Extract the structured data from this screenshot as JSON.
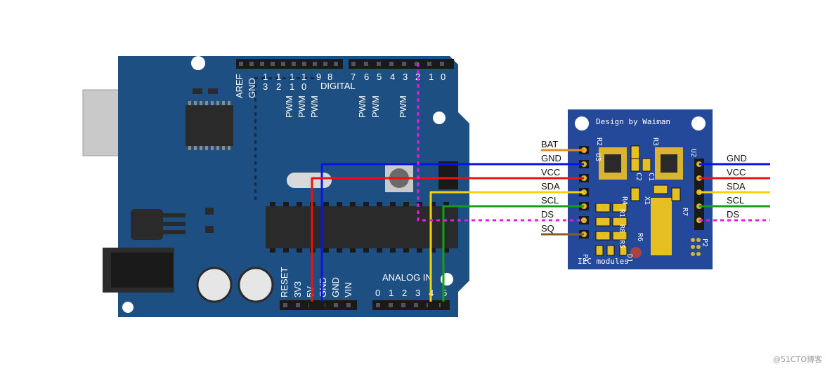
{
  "arduino": {
    "header_top_left": [
      "AREF",
      "GND"
    ],
    "digital_pins": [
      "1\n3",
      "1\n2",
      "1\n1",
      "1\n0",
      "9",
      "8",
      "7",
      "6",
      "5",
      "4",
      "3",
      "2",
      "1",
      "0"
    ],
    "digital_label": "DIGITAL",
    "pwm_label": "PWM",
    "power_pins": [
      "RESET",
      "3V3",
      "5V",
      "GND",
      "GND",
      "VIN"
    ],
    "analog_label": "ANALOG IN",
    "analog_pins": [
      "0",
      "1",
      "2",
      "3",
      "4",
      "5"
    ]
  },
  "module": {
    "title": "Design by Waiman",
    "footer": "I2C modules",
    "refs": [
      "R2",
      "U3",
      "R3",
      "U2",
      "C2",
      "C1",
      "R4",
      "X1",
      "R7",
      "R1",
      "R8",
      "R5",
      "R6",
      "D1",
      "P1",
      "P2"
    ],
    "left_pins": [
      "BAT",
      "GND",
      "VCC",
      "SDA",
      "SCL",
      "DS",
      "SQ"
    ],
    "right_pins": [
      "GND",
      "VCC",
      "SDA",
      "SCL",
      "DS"
    ]
  },
  "wires": {
    "gnd": "#0a14e6",
    "vcc": "#f01010",
    "sda": "#f2d400",
    "scl": "#14a014",
    "ds": "#e619e6",
    "bat": "#e88a1c",
    "sq": "#8a5a2a"
  },
  "watermark": "@51CTO博客"
}
